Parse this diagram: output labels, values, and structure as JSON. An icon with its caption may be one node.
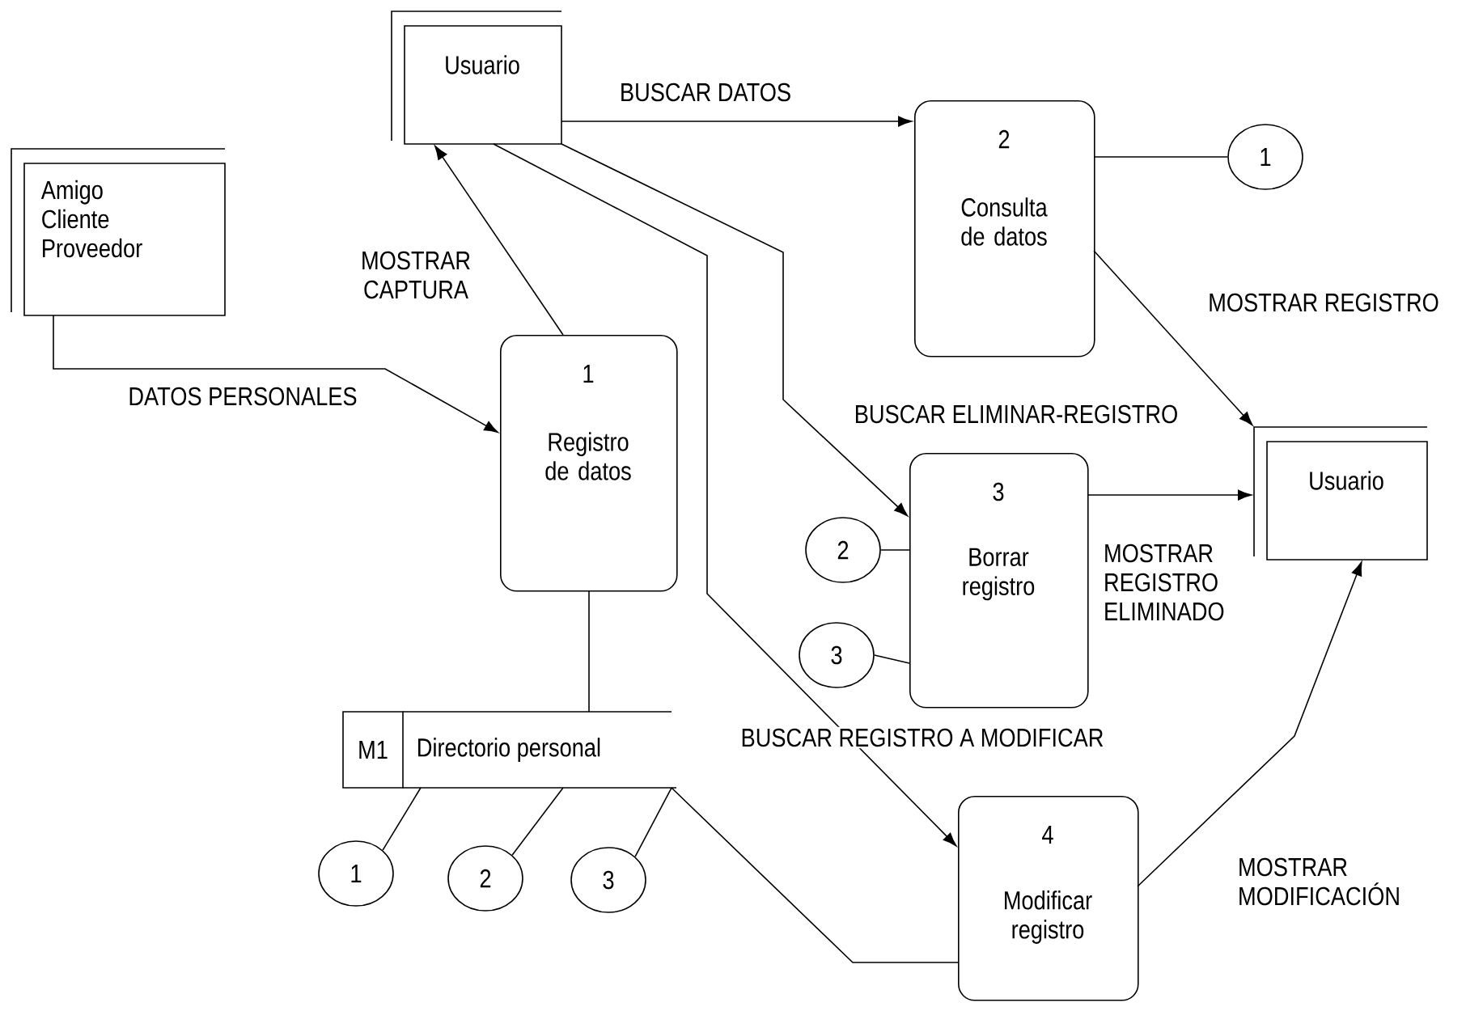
{
  "diagram": {
    "nodes": [
      {
        "text": [
          "Amigo Cliente Proveedor"
        ]
      },
      {
        "text": [
          "Usuario"
        ]
      },
      {
        "text": [
          "1",
          "Registro de datos"
        ]
      },
      {
        "text": [
          "2",
          "Consulta de datos"
        ]
      },
      {
        "text": [
          "1"
        ]
      },
      {
        "text": [
          "Usuario"
        ]
      },
      {
        "text": [
          "3",
          "Borrar registro"
        ]
      },
      {
        "text": [
          "2"
        ]
      },
      {
        "text": [
          "3"
        ]
      },
      {
        "text": [
          "M1",
          "Directorio personal"
        ]
      },
      {
        "text": [
          "4",
          "Modificar registro"
        ]
      },
      {
        "text": [
          "1"
        ]
      },
      {
        "text": [
          "2"
        ]
      },
      {
        "text": [
          "3"
        ]
      }
    ],
    "edges": [
      {
        "from": 0,
        "to": 2,
        "arrow": "to",
        "label": "DATOS PERSONALES"
      },
      {
        "from": 2,
        "to": 1,
        "arrow": "to",
        "label": "MOSTRAR CAPTURA"
      },
      {
        "from": 1,
        "to": 3,
        "arrow": "to",
        "label": "BUSCAR DATOS"
      },
      {
        "from": 3,
        "to": 4,
        "arrow": "none"
      },
      {
        "from": 3,
        "to": 5,
        "arrow": "to",
        "label": "MOSTRAR REGISTRO"
      },
      {
        "from": 1,
        "to": 6,
        "arrow": "to",
        "label": "BUSCAR ELIMINAR-REGISTRO"
      },
      {
        "from": 6,
        "to": 5,
        "arrow": "to",
        "label": "MOSTRAR REGISTRO ELIMINADO"
      },
      {
        "from": 7,
        "to": 6,
        "arrow": "none"
      },
      {
        "from": 8,
        "to": 6,
        "arrow": "none"
      },
      {
        "from": 2,
        "to": 9,
        "arrow": "none"
      },
      {
        "from": 1,
        "to": 10,
        "arrow": "to",
        "label": "BUSCAR REGISTRO A MODIFICAR"
      },
      {
        "from": 9,
        "to": 10,
        "arrow": "none"
      },
      {
        "from": 10,
        "to": 5,
        "arrow": "to",
        "label": "MOSTRAR MODIFICACIÓN"
      },
      {
        "from": 9,
        "to": 11,
        "arrow": "none"
      },
      {
        "from": 9,
        "to": 12,
        "arrow": "none"
      },
      {
        "from": 9,
        "to": 13,
        "arrow": "none"
      }
    ]
  }
}
